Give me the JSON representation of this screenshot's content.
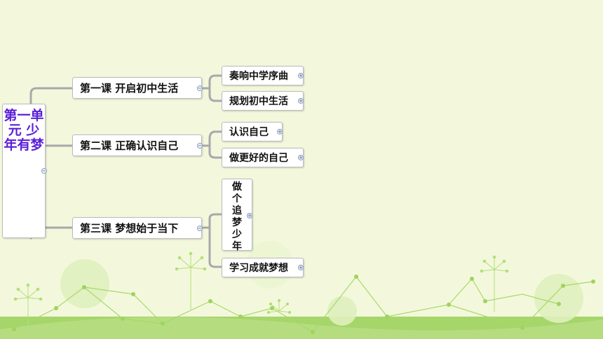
{
  "map": {
    "root": {
      "label": "第一单元 少年有梦"
    },
    "lessons": [
      {
        "label": "第一课 开启初中生活",
        "children": [
          {
            "label": "奏响中学序曲"
          },
          {
            "label": "规划初中生活"
          }
        ]
      },
      {
        "label": "第二课 正确认识自己",
        "children": [
          {
            "label": "认识自己"
          },
          {
            "label": "做更好的自己"
          }
        ]
      },
      {
        "label": "第三课 梦想始于当下",
        "children": [
          {
            "label": "做个追梦少年"
          },
          {
            "label": "学习成就梦想"
          }
        ]
      }
    ]
  },
  "icons": {
    "collapse": "collapse-circle-icon"
  },
  "colors": {
    "background": "#f3f8dc",
    "root_text": "#5a1fd6",
    "connector": "#a7a9ac",
    "decor_green": "#9fd35e"
  }
}
